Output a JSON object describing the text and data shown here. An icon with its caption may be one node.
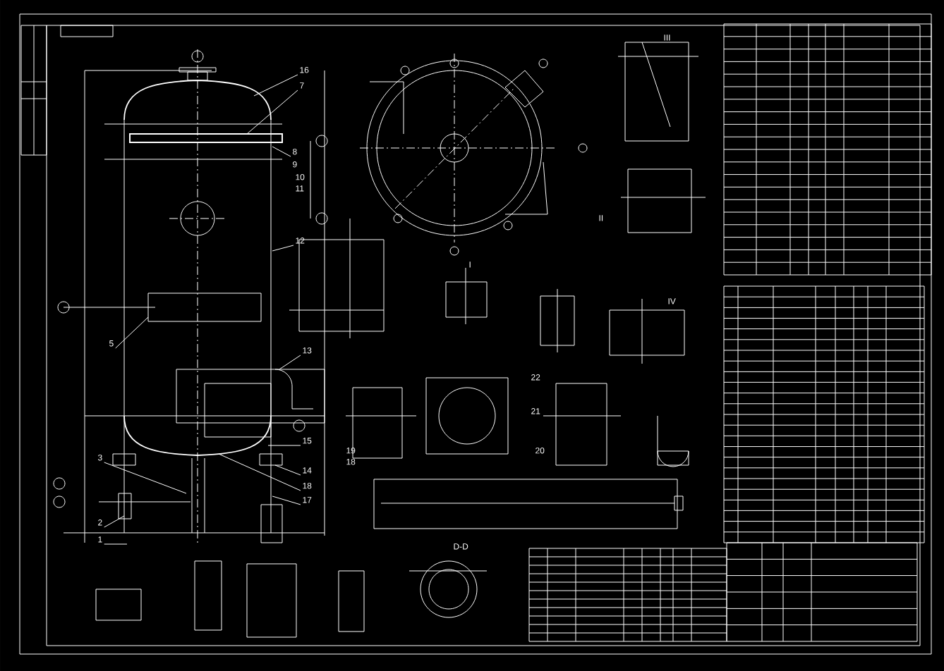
{
  "diagram": {
    "nodes": [
      {
        "text": [
          "16"
        ]
      },
      {
        "text": [
          "7"
        ]
      },
      {
        "text": [
          "8"
        ]
      },
      {
        "text": [
          "12"
        ]
      },
      {
        "text": [
          "13"
        ]
      },
      {
        "text": [
          "15"
        ]
      },
      {
        "text": [
          "14"
        ]
      },
      {
        "text": [
          "18"
        ]
      },
      {
        "text": [
          "17"
        ]
      },
      {
        "text": [
          "5"
        ]
      },
      {
        "text": [
          "3"
        ]
      },
      {
        "text": [
          "2"
        ]
      },
      {
        "text": [
          "1"
        ]
      }
    ],
    "edges": [
      {
        "from": 0,
        "to": null,
        "arrow": "none"
      },
      {
        "from": 1,
        "to": null,
        "arrow": "none"
      },
      {
        "from": 2,
        "to": null,
        "arrow": "none"
      },
      {
        "from": 3,
        "to": null,
        "arrow": "none"
      },
      {
        "from": 4,
        "to": null,
        "arrow": "none"
      },
      {
        "from": 5,
        "to": null,
        "arrow": "none"
      },
      {
        "from": 6,
        "to": null,
        "arrow": "none"
      },
      {
        "from": 7,
        "to": null,
        "arrow": "none"
      },
      {
        "from": 8,
        "to": null,
        "arrow": "none"
      },
      {
        "from": 9,
        "to": null,
        "arrow": "none"
      },
      {
        "from": 10,
        "to": null,
        "arrow": "none"
      },
      {
        "from": 11,
        "to": null,
        "arrow": "none"
      },
      {
        "from": 12,
        "to": null,
        "arrow": "none"
      }
    ],
    "labels": [
      "9",
      "10",
      "11",
      "19",
      "18",
      "22",
      "21",
      "20",
      "I",
      "II",
      "III",
      "IV",
      "D-D"
    ]
  }
}
